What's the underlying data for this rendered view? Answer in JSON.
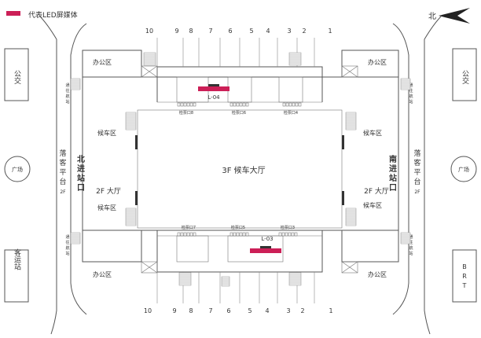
{
  "legend": {
    "label": "代表LED屏媒体",
    "color": "#cc1f57"
  },
  "compass": {
    "label": "北"
  },
  "left_side": {
    "top_box": "公交",
    "circle": "广场",
    "bottom_box": "客运站",
    "platform": [
      "落",
      "客",
      "平",
      "台"
    ],
    "floor": "2F"
  },
  "right_side": {
    "top_box": "公交",
    "circle": "广场",
    "bottom_box": [
      "B",
      "R",
      "T"
    ],
    "platform": [
      "落",
      "客",
      "平",
      "台"
    ],
    "floor": "2F"
  },
  "entrances": {
    "north": [
      "北",
      "进",
      "站",
      "口"
    ],
    "south": [
      "南",
      "进",
      "站",
      "口"
    ]
  },
  "hall": {
    "main": "3F 候车大厅",
    "sub_left": "2F 大厅",
    "sub_right": "2F 大厅",
    "waiting": "候车区"
  },
  "office": "办公区",
  "transfer": [
    "通",
    "往",
    "航",
    "站"
  ],
  "top_platforms": [
    "10",
    "9",
    "8",
    "7",
    "6",
    "5",
    "4",
    "3",
    "2",
    "1"
  ],
  "bottom_platforms": [
    "10",
    "9",
    "8",
    "7",
    "6",
    "5",
    "4",
    "3",
    "2",
    "1"
  ],
  "top_gates": [
    "检票口8",
    "检票口6",
    "检票口4"
  ],
  "bottom_gates": [
    "检票口7",
    "检票口5",
    "检票口3"
  ],
  "led_screens": [
    "L-04",
    "L-03"
  ]
}
